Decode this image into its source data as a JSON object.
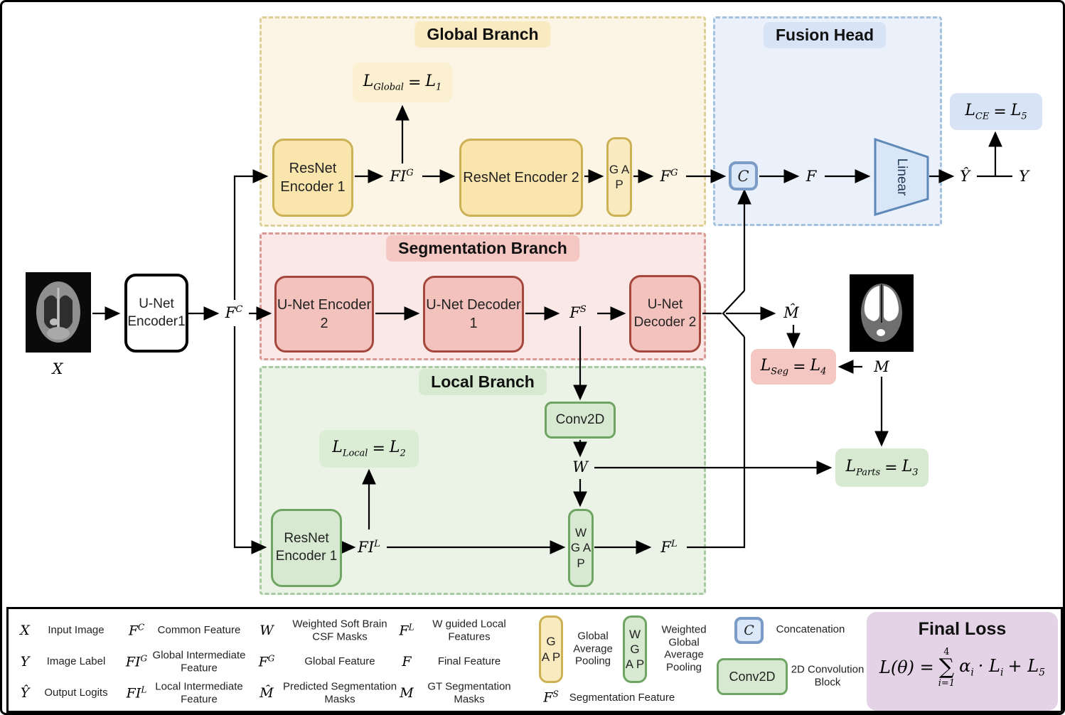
{
  "figure": {
    "branches": {
      "global": {
        "title": "Global Branch"
      },
      "fusion": {
        "title": "Fusion Head"
      },
      "segmentation": {
        "title": "Segmentation Branch"
      },
      "local": {
        "title": "Local Branch"
      }
    },
    "blocks": {
      "unet_encoder1": "U-Net Encoder1",
      "resnet_encoder1_global": "ResNet Encoder 1",
      "resnet_encoder2": "ResNet Encoder 2",
      "gap": "G A P",
      "concat": "C",
      "linear": "Linear",
      "unet_encoder2": "U-Net Encoder 2",
      "unet_decoder1": "U-Net Decoder 1",
      "unet_decoder2": "U-Net Decoder 2",
      "conv2d": "Conv2D",
      "wgap": "W G A P",
      "resnet_encoder1_local": "ResNet Encoder 1"
    },
    "labels": {
      "x": {
        "base": "X"
      },
      "fc": {
        "base": "F",
        "sup": "C"
      },
      "fig": {
        "base": "FI",
        "sup": "G"
      },
      "fg": {
        "base": "F",
        "sup": "G"
      },
      "f": {
        "base": "F"
      },
      "yhat": {
        "base": "Ŷ"
      },
      "y": {
        "base": "Y"
      },
      "fs": {
        "base": "F",
        "sup": "S"
      },
      "mhat": {
        "base": "M̂"
      },
      "m": {
        "base": "M"
      },
      "w": {
        "base": "W"
      },
      "fil": {
        "base": "FI",
        "sup": "L"
      },
      "fl": {
        "base": "F",
        "sup": "L"
      }
    },
    "losses": {
      "global": {
        "a": "L",
        "asub": "Global",
        "eq": "=",
        "b": "L",
        "bsub": "1"
      },
      "ce": {
        "a": "L",
        "asub": "CE",
        "eq": "=",
        "b": "L",
        "bsub": "5"
      },
      "seg": {
        "a": "L",
        "asub": "Seg",
        "eq": "=",
        "b": "L",
        "bsub": "4"
      },
      "parts": {
        "a": "L",
        "asub": "Parts",
        "eq": "=",
        "b": "L",
        "bsub": "3"
      },
      "local": {
        "a": "L",
        "asub": "Local",
        "eq": "=",
        "b": "L",
        "bsub": "2"
      }
    }
  },
  "legend": {
    "entries_col1": [
      {
        "sym": {
          "base": "X"
        },
        "desc": "Input Image"
      },
      {
        "sym": {
          "base": "Y"
        },
        "desc": "Image Label"
      },
      {
        "sym": {
          "base": "Ŷ"
        },
        "desc": "Output Logits"
      }
    ],
    "entries_col2": [
      {
        "sym": {
          "base": "F",
          "sup": "C"
        },
        "desc": "Common Feature"
      },
      {
        "sym": {
          "base": "FI",
          "sup": "G"
        },
        "desc": "Global Intermediate Feature"
      },
      {
        "sym": {
          "base": "FI",
          "sup": "L"
        },
        "desc": "Local Intermediate Feature"
      }
    ],
    "entries_col3": [
      {
        "sym": {
          "base": "W"
        },
        "desc": "Weighted Soft Brain CSF Masks"
      },
      {
        "sym": {
          "base": "F",
          "sup": "G"
        },
        "desc": "Global Feature"
      },
      {
        "sym": {
          "base": "M̂"
        },
        "desc": "Predicted Segmentation Masks"
      }
    ],
    "entries_col4": [
      {
        "sym": {
          "base": "F",
          "sup": "L"
        },
        "desc": "W guided Local Features"
      },
      {
        "sym": {
          "base": "F"
        },
        "desc": "Final Feature"
      },
      {
        "sym": {
          "base": "M"
        },
        "desc": "GT Segmentation Masks"
      }
    ],
    "pooling": {
      "gap_label": "G A P",
      "gap_desc": "Global Average Pooling",
      "wgap_label": "W G A P",
      "wgap_desc": "Weighted Global Average Pooling",
      "fs_sym": {
        "base": "F",
        "sup": "S"
      },
      "fs_desc": "Segmentation Feature"
    },
    "ops": {
      "concat_label": "C",
      "concat_desc": "Concatenation",
      "conv_label": "Conv2D",
      "conv_desc": "2D Convolution Block"
    }
  },
  "final_loss": {
    "title": "Final Loss",
    "lhs": "L(θ) =",
    "sigma": "∑",
    "sum_top": "4",
    "sum_bottom": "i=1",
    "rhs1": "α",
    "rhs1_sub": "i",
    "rhs2": "· L",
    "rhs2_sub": "i",
    "rhs3": "+ L",
    "rhs3_sub": "5"
  },
  "colors": {
    "global_bg": "#FCF5E5",
    "global_dash": "#DCD096",
    "global_pill": "#FAEAC2",
    "yellow_block": "#FAE5AC",
    "yellow_border": "#CCB155",
    "fusion_bg": "#EAF1FA",
    "fusion_dash": "#A4C1DF",
    "fusion_pill": "#D8E4F6",
    "concat_fill": "#DBE8F8",
    "concat_border": "#7B9CC7",
    "linear_fill": "#D8E6F8",
    "linear_border": "#5E88B8",
    "seg_bg": "#FAE8E6",
    "seg_dash": "#D89A93",
    "seg_pill": "#F5C7C3",
    "red_block": "#F3C2BD",
    "red_border": "#A6473E",
    "local_bg": "#EBF3E7",
    "local_dash": "#A8CAA0",
    "local_pill": "#D7EAD1",
    "green_block": "#D7EAD1",
    "green_border": "#6FA563",
    "loss_global": "#FBF0D0",
    "loss_ce": "#D8E4F6",
    "loss_seg": "#F5C7C3",
    "loss_parts": "#D7EAD1",
    "loss_local": "#DCEDD6",
    "final_loss_bg": "#E4D3E6",
    "wire": "#000000"
  }
}
